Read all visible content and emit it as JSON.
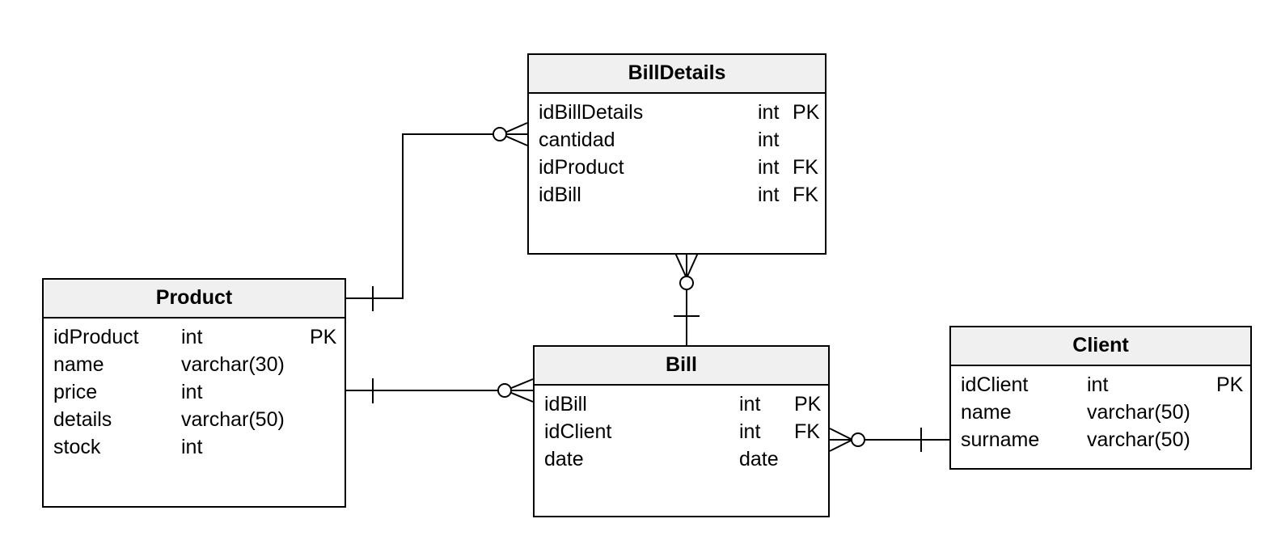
{
  "entities": {
    "billdetails": {
      "title": "BillDetails",
      "attributes": [
        {
          "name": "idBillDetails",
          "type": "int",
          "key": "PK"
        },
        {
          "name": "cantidad",
          "type": "int",
          "key": ""
        },
        {
          "name": "idProduct",
          "type": "int",
          "key": "FK"
        },
        {
          "name": "idBill",
          "type": "int",
          "key": "FK"
        }
      ]
    },
    "product": {
      "title": "Product",
      "attributes": [
        {
          "name": "idProduct",
          "type": "int",
          "key": "PK"
        },
        {
          "name": "name",
          "type": "varchar(30)",
          "key": ""
        },
        {
          "name": "price",
          "type": "int",
          "key": ""
        },
        {
          "name": "details",
          "type": "varchar(50)",
          "key": ""
        },
        {
          "name": "stock",
          "type": "int",
          "key": ""
        }
      ]
    },
    "bill": {
      "title": "Bill",
      "attributes": [
        {
          "name": "idBill",
          "type": "int",
          "key": "PK"
        },
        {
          "name": "idClient",
          "type": "int",
          "key": "FK"
        },
        {
          "name": "date",
          "type": "date",
          "key": ""
        }
      ]
    },
    "client": {
      "title": "Client",
      "attributes": [
        {
          "name": "idClient",
          "type": "int",
          "key": "PK"
        },
        {
          "name": "name",
          "type": "varchar(50)",
          "key": ""
        },
        {
          "name": "surname",
          "type": "varchar(50)",
          "key": ""
        }
      ]
    }
  },
  "relationships": [
    {
      "from": "product",
      "to": "billdetails",
      "from_cardinality": "one",
      "to_cardinality": "zero-or-many"
    },
    {
      "from": "product",
      "to": "bill",
      "from_cardinality": "one",
      "to_cardinality": "zero-or-many"
    },
    {
      "from": "bill",
      "to": "billdetails",
      "from_cardinality": "one",
      "to_cardinality": "zero-or-many"
    },
    {
      "from": "client",
      "to": "bill",
      "from_cardinality": "one",
      "to_cardinality": "zero-or-many"
    }
  ]
}
